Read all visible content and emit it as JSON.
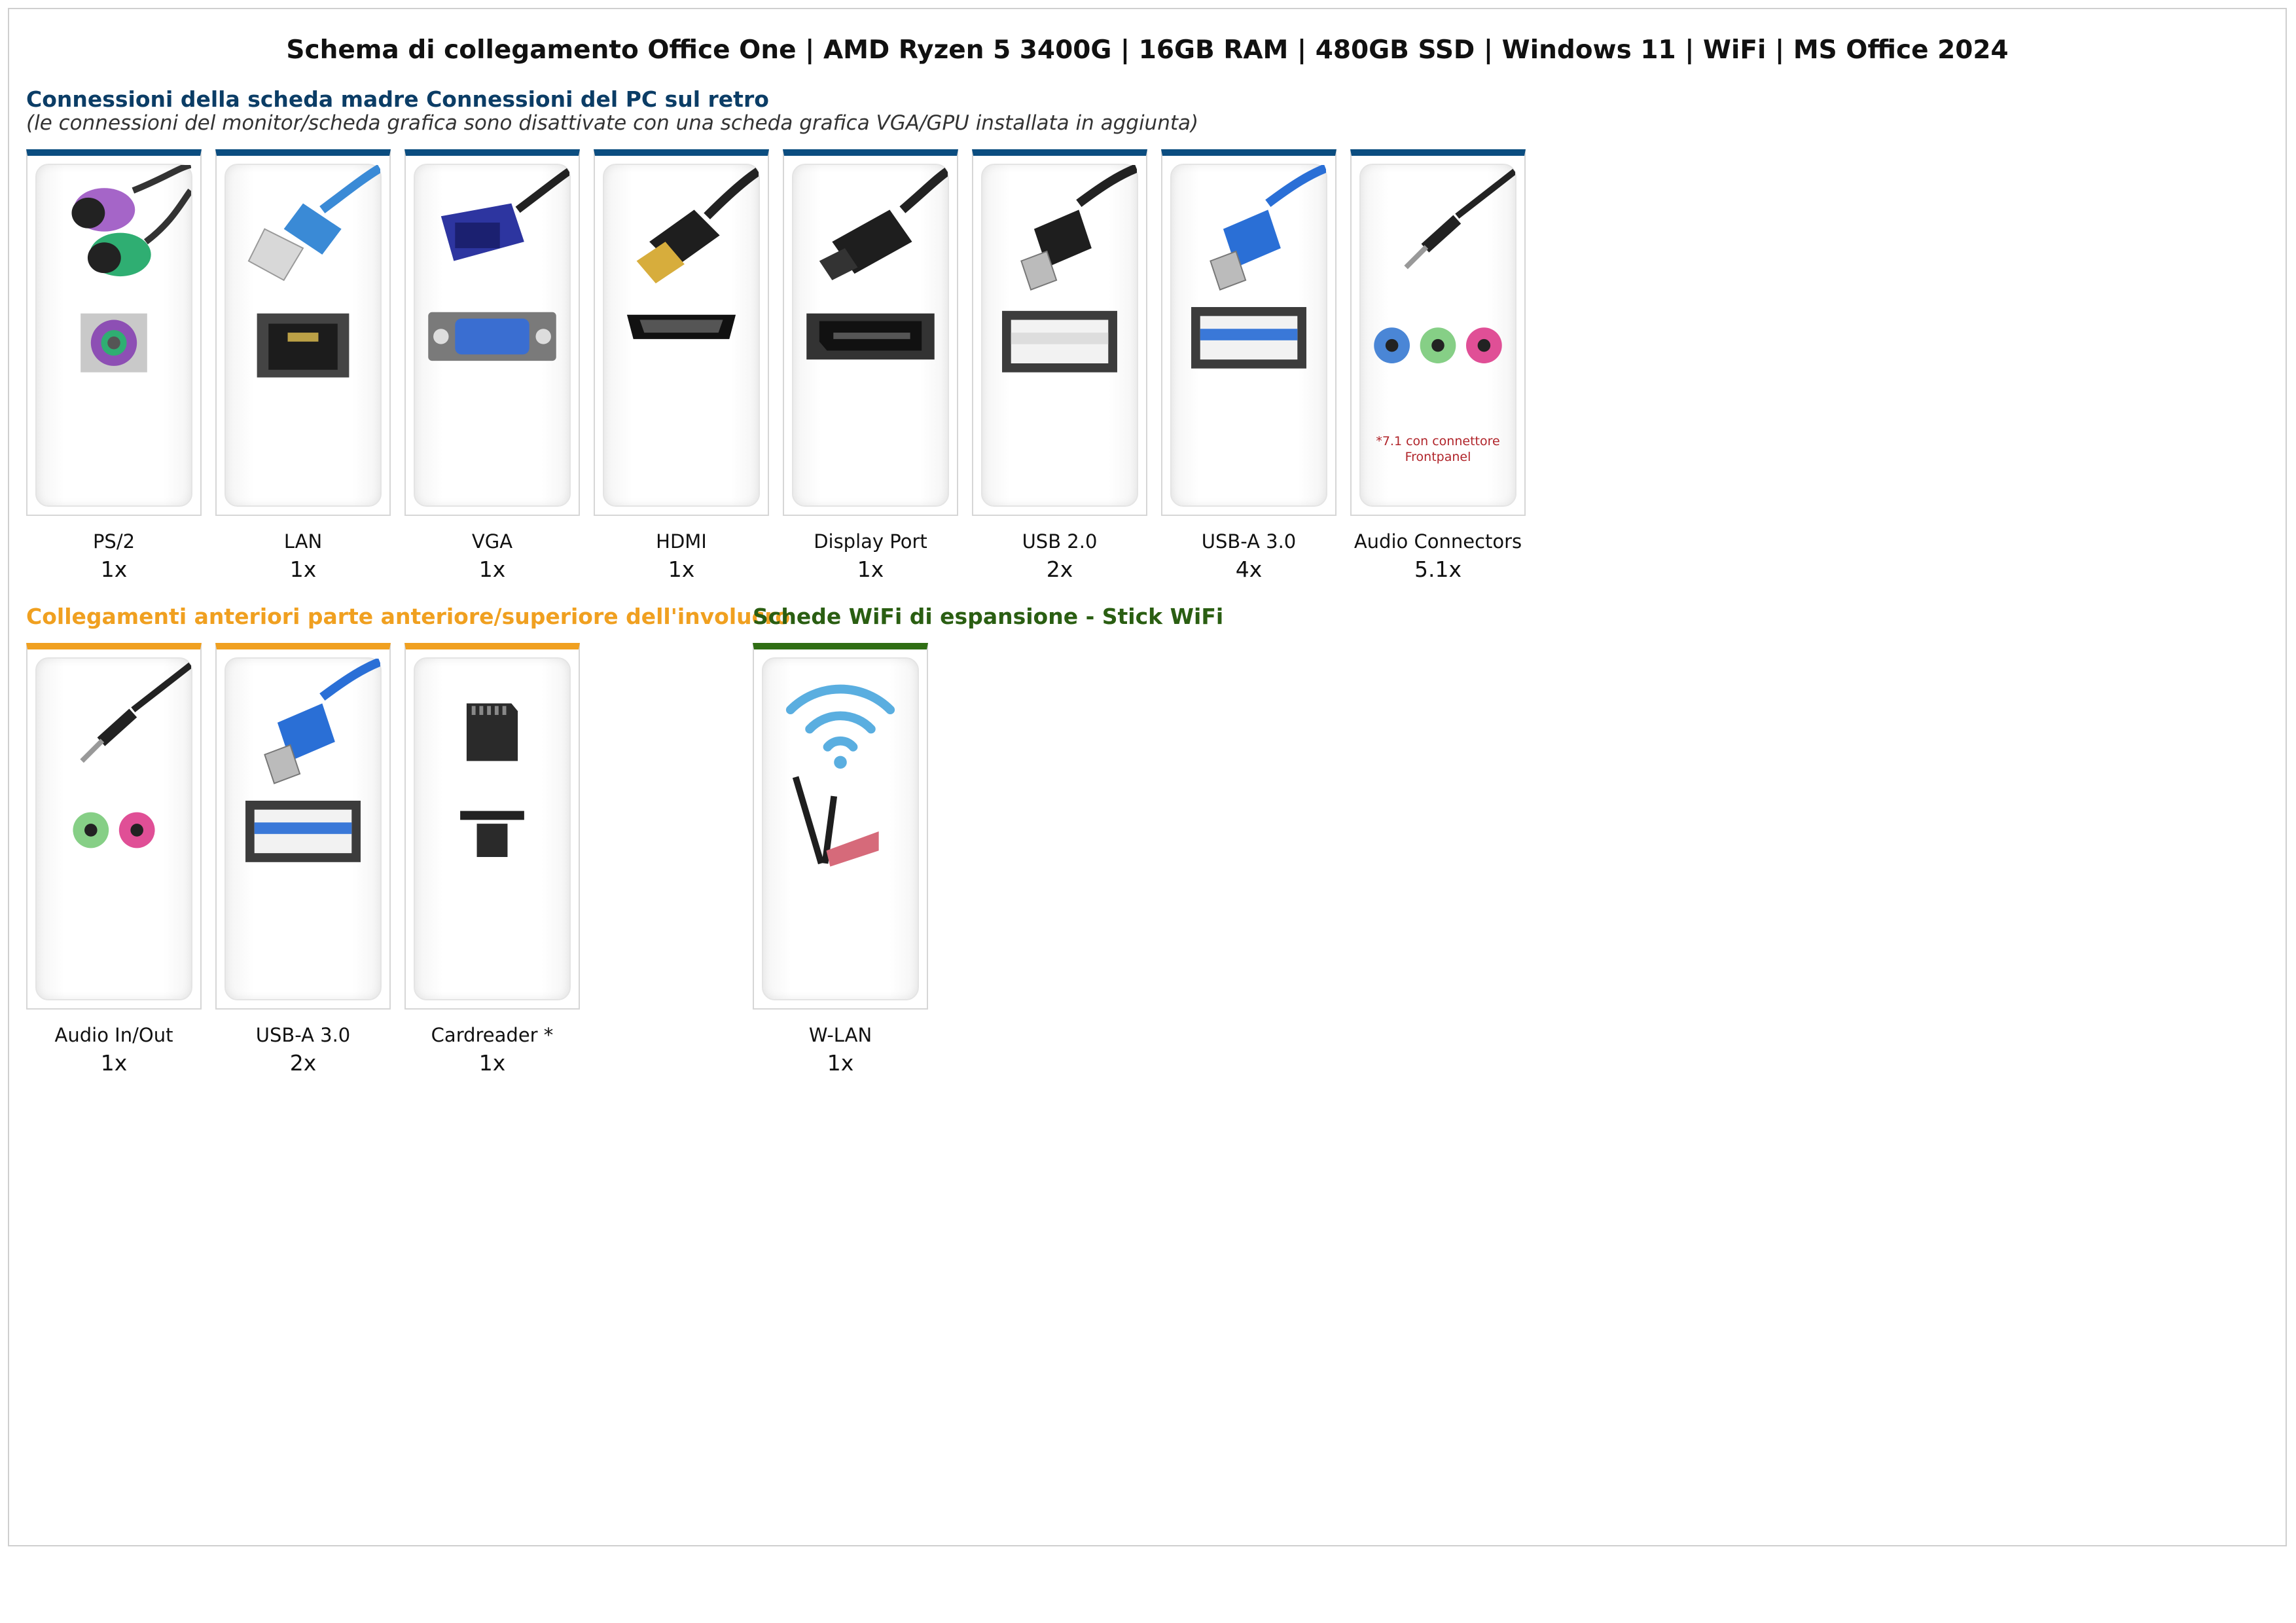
{
  "title": "Schema di collegamento Office One | AMD Ryzen 5 3400G | 16GB RAM | 480GB SSD | Windows 11 | WiFi | MS Office 2024",
  "rear": {
    "heading": "Connessioni della scheda madre Connessioni del PC sul retro",
    "note": "(le connessioni del monitor/scheda grafica sono disattivate con una scheda grafica VGA/GPU installata in aggiunta)",
    "audio_note_line1": "*7.1 con connettore",
    "audio_note_line2": "Frontpanel",
    "items": [
      {
        "label": "PS/2",
        "count": "1x"
      },
      {
        "label": "LAN",
        "count": "1x"
      },
      {
        "label": "VGA",
        "count": "1x"
      },
      {
        "label": "HDMI",
        "count": "1x"
      },
      {
        "label": "Display Port",
        "count": "1x"
      },
      {
        "label": "USB 2.0",
        "count": "2x"
      },
      {
        "label": "USB-A 3.0",
        "count": "4x"
      },
      {
        "label": "Audio Connectors",
        "count": "5.1x"
      }
    ]
  },
  "front": {
    "heading": "Collegamenti anteriori parte anteriore/superiore dell'involucro",
    "items": [
      {
        "label": "Audio In/Out",
        "count": "1x"
      },
      {
        "label": "USB-A 3.0",
        "count": "2x"
      },
      {
        "label": "Cardreader *",
        "count": "1x"
      }
    ]
  },
  "wifi": {
    "heading": "Schede WiFi di espansione - Stick WiFi",
    "items": [
      {
        "label": "W-LAN",
        "count": "1x"
      }
    ]
  },
  "colors": {
    "rear_accent": "#0b4d80",
    "front_accent": "#f0a020",
    "wifi_accent": "#2f6e14"
  }
}
